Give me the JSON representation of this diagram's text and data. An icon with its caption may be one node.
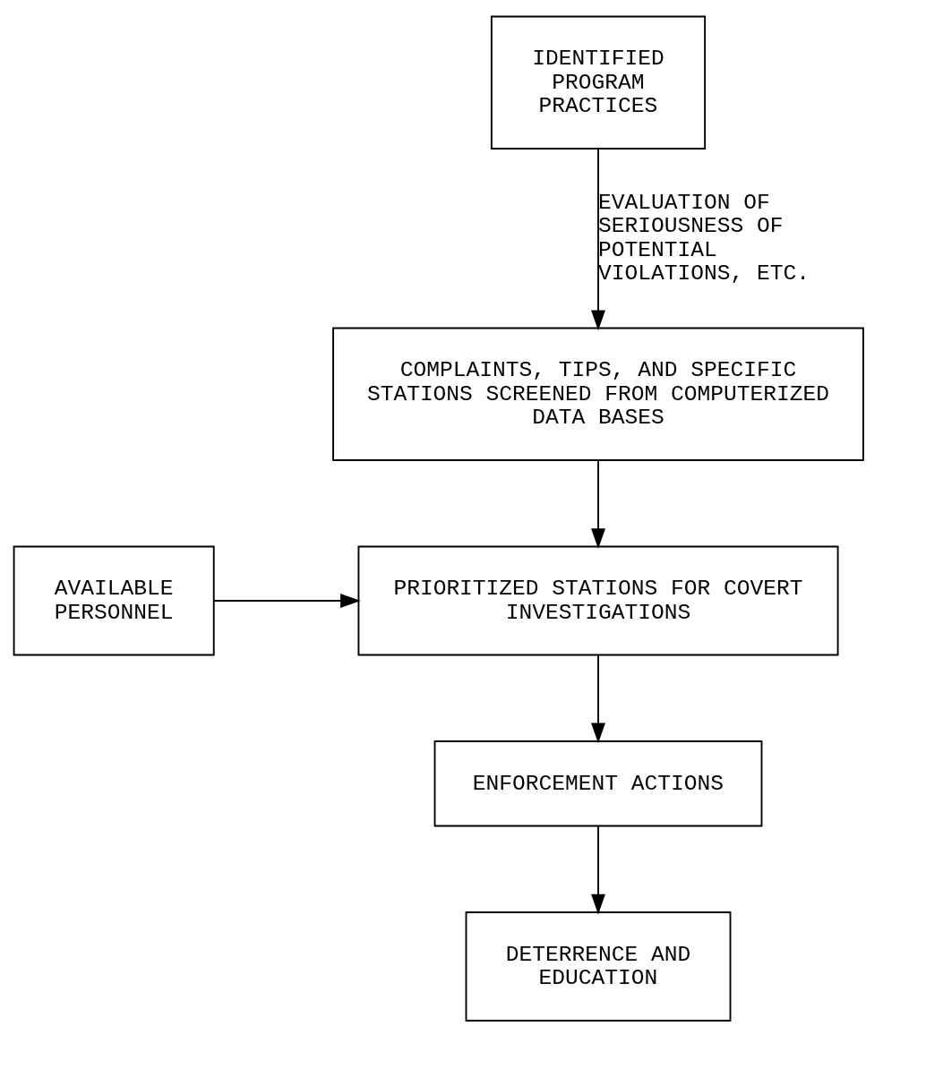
{
  "diagram": {
    "nodes": [
      {
        "text": [
          "IDENTIFIED PROGRAM PRACTICES"
        ]
      },
      {
        "text": [
          "COMPLAINTS, TIPS, AND SPECIFIC STATIONS SCREENED FROM COMPUTERIZED DATA BASES"
        ]
      },
      {
        "text": [
          "AVAILABLE PERSONNEL"
        ]
      },
      {
        "text": [
          "PRIORITIZED STATIONS FOR COVERT INVESTIGATIONS"
        ]
      },
      {
        "text": [
          "ENFORCEMENT ACTIONS"
        ]
      },
      {
        "text": [
          "DETERRENCE AND EDUCATION"
        ]
      }
    ],
    "edges": [
      {
        "from": 0,
        "to": 1,
        "arrow": "to",
        "label": "EVALUATION OF SERIOUSNESS OF POTENTIAL VIOLATIONS, ETC."
      },
      {
        "from": 1,
        "to": 3,
        "arrow": "to"
      },
      {
        "from": 2,
        "to": 3,
        "arrow": "to"
      },
      {
        "from": 3,
        "to": 4,
        "arrow": "to"
      },
      {
        "from": 4,
        "to": 5,
        "arrow": "to"
      }
    ]
  }
}
